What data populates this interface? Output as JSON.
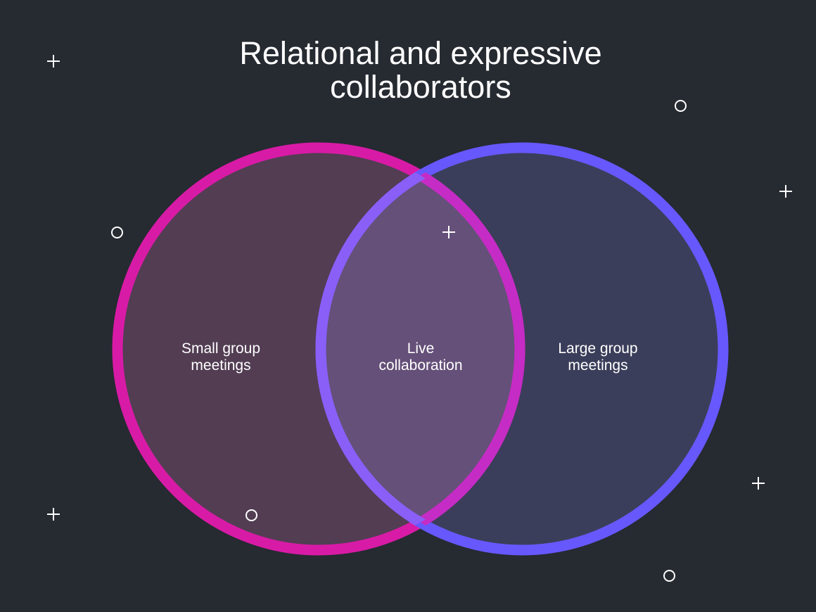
{
  "title": {
    "line1": "Relational and expressive",
    "line2": "collaborators"
  },
  "venn": {
    "left": {
      "label_line1": "Small group",
      "label_line2": "meetings",
      "stroke": "#d81ba6",
      "fill": "#523d53"
    },
    "right": {
      "label_line1": "Large group",
      "label_line2": "meetings",
      "stroke": "#6658fd",
      "fill": "#3b3e5a"
    },
    "overlap": {
      "label_line1": "Live",
      "label_line2": "collaboration",
      "fill": "#655079"
    }
  },
  "colors": {
    "background": "#262a31",
    "text": "#ffffff"
  },
  "decorations": {
    "plus_icon": "plus-icon",
    "ring_icon": "circle-icon"
  }
}
